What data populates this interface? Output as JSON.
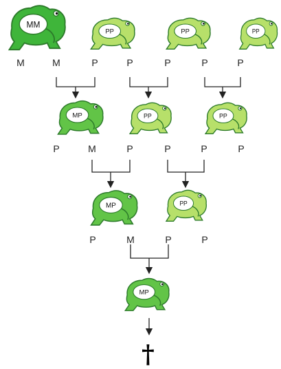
{
  "frogs": {
    "r1a": {
      "genotype": "MM",
      "color": "#3fb53a"
    },
    "r1b": {
      "genotype": "PP",
      "color": "#b7e06a"
    },
    "r1c": {
      "genotype": "PP",
      "color": "#b7e06a"
    },
    "r1d": {
      "genotype": "PP",
      "color": "#b7e06a"
    },
    "r2a": {
      "genotype": "MP",
      "color": "#62c447"
    },
    "r2b": {
      "genotype": "PP",
      "color": "#b7e06a"
    },
    "r2c": {
      "genotype": "PP",
      "color": "#b7e06a"
    },
    "r3a": {
      "genotype": "MP",
      "color": "#62c447"
    },
    "r3b": {
      "genotype": "PP",
      "color": "#b7e06a"
    },
    "r4a": {
      "genotype": "MP",
      "color": "#62c447"
    }
  },
  "alleles": {
    "row1": [
      "M",
      "M",
      "P",
      "P",
      "P",
      "P",
      "P"
    ],
    "row2": [
      "P",
      "M",
      "P",
      "P",
      "P",
      "P"
    ],
    "row3": [
      "P",
      "M",
      "P",
      "P"
    ]
  },
  "end_symbol": "†"
}
